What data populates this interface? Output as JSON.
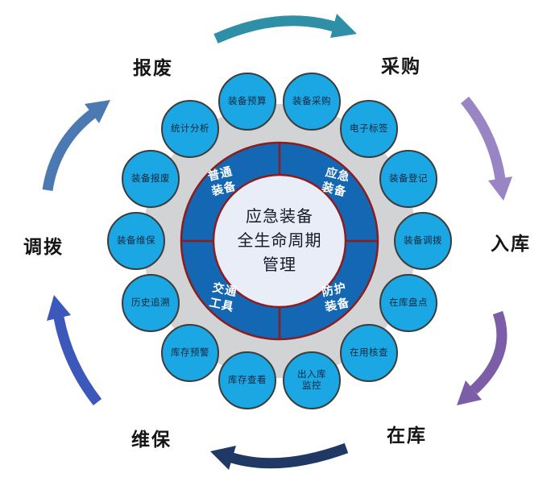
{
  "diagram": {
    "center_title": "应急装备\n全生命周期\n管理",
    "quadrants": [
      {
        "label": "普通\n装备"
      },
      {
        "label": "应急\n装备"
      },
      {
        "label": "交通\n工具"
      },
      {
        "label": "防护\n装备"
      }
    ],
    "ring_items": [
      {
        "label": "装备预算"
      },
      {
        "label": "装备采购"
      },
      {
        "label": "电子标签"
      },
      {
        "label": "装备登记"
      },
      {
        "label": "装备调拨"
      },
      {
        "label": "在库盘点"
      },
      {
        "label": "在用核查"
      },
      {
        "label": "出入库\n监控"
      },
      {
        "label": "库存查看"
      },
      {
        "label": "库存预警"
      },
      {
        "label": "历史追溯"
      },
      {
        "label": "装备维保"
      },
      {
        "label": "装备报废"
      },
      {
        "label": "统计分析"
      }
    ],
    "stages": [
      {
        "label": "报废"
      },
      {
        "label": "采购"
      },
      {
        "label": "入库"
      },
      {
        "label": "在库"
      },
      {
        "label": "维保"
      },
      {
        "label": "调拨"
      }
    ],
    "arrows": [
      {
        "name": "scrap-to-procurement",
        "color": "#2F8FA6"
      },
      {
        "name": "procurement-to-inbound",
        "color": "#9A85C4"
      },
      {
        "name": "inbound-to-instock",
        "color": "#7B5EA7"
      },
      {
        "name": "instock-to-maintenance",
        "color": "#1F3864"
      },
      {
        "name": "maintenance-to-allocation",
        "color": "#3C58BA"
      },
      {
        "name": "allocation-to-scrap",
        "color": "#4D79B3"
      }
    ],
    "colors": {
      "node_fill": "#1AA7E3",
      "node_border": "#3c3c3c",
      "ring_fill": "#1467B3",
      "ring_border": "#8E1B1E",
      "hub_fill": "#E9EDF8",
      "backing_ring": "#D2D3D5"
    }
  }
}
